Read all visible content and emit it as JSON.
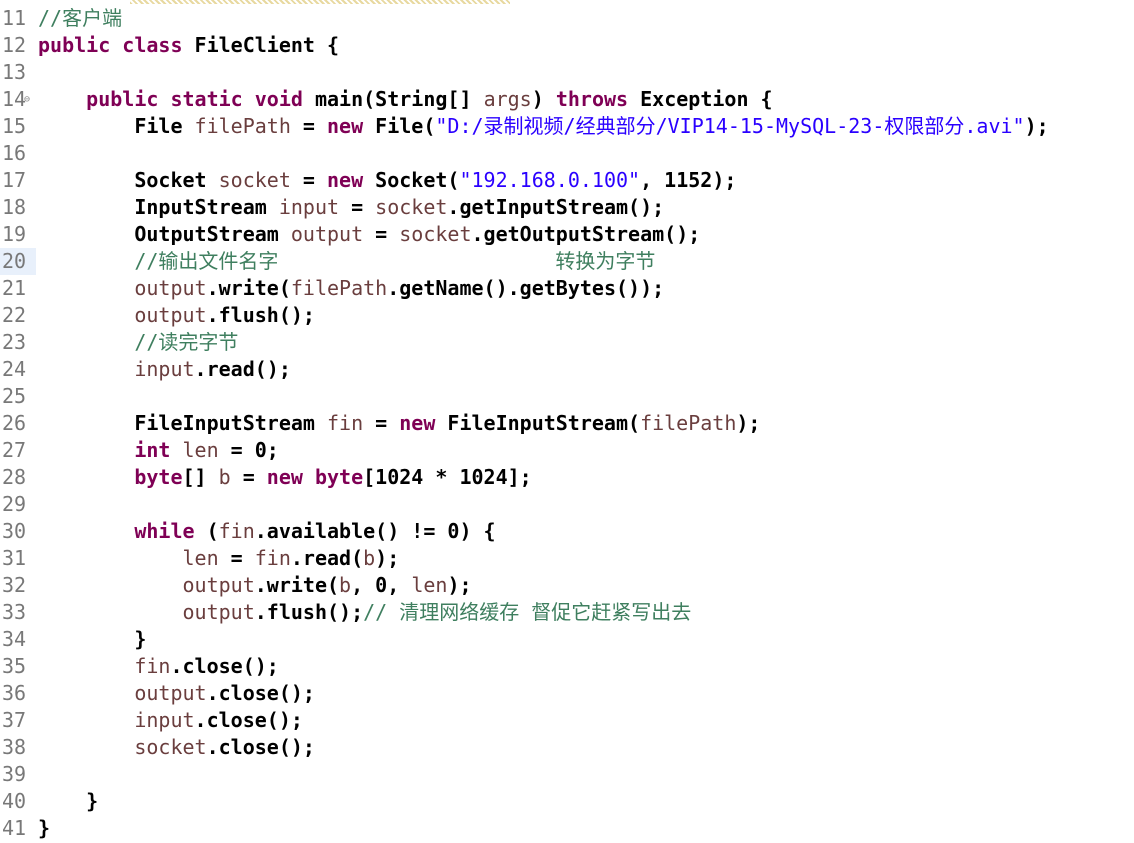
{
  "editor": {
    "lines": [
      {
        "num": "11",
        "tokens": [
          {
            "t": "//客户端",
            "c": "cm"
          }
        ]
      },
      {
        "num": "12",
        "tokens": [
          {
            "t": "public",
            "c": "kw"
          },
          {
            "t": " "
          },
          {
            "t": "class",
            "c": "kw"
          },
          {
            "t": " FileClient {"
          }
        ]
      },
      {
        "num": "13",
        "tokens": []
      },
      {
        "num": "14",
        "fold": true,
        "tokens": [
          {
            "t": "    "
          },
          {
            "t": "public",
            "c": "kw"
          },
          {
            "t": " "
          },
          {
            "t": "static",
            "c": "kw"
          },
          {
            "t": " "
          },
          {
            "t": "void",
            "c": "kw"
          },
          {
            "t": " main(String[] "
          },
          {
            "t": "args",
            "c": "fld"
          },
          {
            "t": ") "
          },
          {
            "t": "throws",
            "c": "kw"
          },
          {
            "t": " Exception {"
          }
        ]
      },
      {
        "num": "15",
        "tokens": [
          {
            "t": "        File "
          },
          {
            "t": "filePath",
            "c": "fld"
          },
          {
            "t": " = "
          },
          {
            "t": "new",
            "c": "kw"
          },
          {
            "t": " File("
          },
          {
            "t": "\"D:/录制视频/经典部分/VIP14-15-MySQL-23-权限部分.avi\"",
            "c": "str"
          },
          {
            "t": ");"
          }
        ]
      },
      {
        "num": "16",
        "tokens": []
      },
      {
        "num": "17",
        "tokens": [
          {
            "t": "        Socket "
          },
          {
            "t": "socket",
            "c": "fld"
          },
          {
            "t": " = "
          },
          {
            "t": "new",
            "c": "kw"
          },
          {
            "t": " Socket("
          },
          {
            "t": "\"192.168.0.100\"",
            "c": "str"
          },
          {
            "t": ", 1152);"
          }
        ]
      },
      {
        "num": "18",
        "tokens": [
          {
            "t": "        InputStream "
          },
          {
            "t": "input",
            "c": "fld"
          },
          {
            "t": " = "
          },
          {
            "t": "socket",
            "c": "fld"
          },
          {
            "t": ".getInputStream();"
          }
        ]
      },
      {
        "num": "19",
        "tokens": [
          {
            "t": "        OutputStream "
          },
          {
            "t": "output",
            "c": "fld"
          },
          {
            "t": " = "
          },
          {
            "t": "socket",
            "c": "fld"
          },
          {
            "t": ".getOutputStream();"
          }
        ]
      },
      {
        "num": "20",
        "current": true,
        "tokens": [
          {
            "t": "        "
          },
          {
            "t": "//输出文件名字                       转换为字节",
            "c": "cm"
          }
        ]
      },
      {
        "num": "21",
        "tokens": [
          {
            "t": "        "
          },
          {
            "t": "output",
            "c": "fld"
          },
          {
            "t": ".write("
          },
          {
            "t": "filePath",
            "c": "fld"
          },
          {
            "t": ".getName().getBytes());"
          }
        ]
      },
      {
        "num": "22",
        "tokens": [
          {
            "t": "        "
          },
          {
            "t": "output",
            "c": "fld"
          },
          {
            "t": ".flush();"
          }
        ]
      },
      {
        "num": "23",
        "tokens": [
          {
            "t": "        "
          },
          {
            "t": "//读完字节",
            "c": "cm"
          }
        ]
      },
      {
        "num": "24",
        "tokens": [
          {
            "t": "        "
          },
          {
            "t": "input",
            "c": "fld"
          },
          {
            "t": ".read();"
          }
        ]
      },
      {
        "num": "25",
        "tokens": []
      },
      {
        "num": "26",
        "tokens": [
          {
            "t": "        FileInputStream "
          },
          {
            "t": "fin",
            "c": "fld"
          },
          {
            "t": " = "
          },
          {
            "t": "new",
            "c": "kw"
          },
          {
            "t": " FileInputStream("
          },
          {
            "t": "filePath",
            "c": "fld"
          },
          {
            "t": ");"
          }
        ]
      },
      {
        "num": "27",
        "tokens": [
          {
            "t": "        "
          },
          {
            "t": "int",
            "c": "kw"
          },
          {
            "t": " "
          },
          {
            "t": "len",
            "c": "fld"
          },
          {
            "t": " = 0;"
          }
        ]
      },
      {
        "num": "28",
        "tokens": [
          {
            "t": "        "
          },
          {
            "t": "byte",
            "c": "kw"
          },
          {
            "t": "[] "
          },
          {
            "t": "b",
            "c": "fld"
          },
          {
            "t": " = "
          },
          {
            "t": "new",
            "c": "kw"
          },
          {
            "t": " "
          },
          {
            "t": "byte",
            "c": "kw"
          },
          {
            "t": "[1024 * 1024];"
          }
        ]
      },
      {
        "num": "29",
        "tokens": []
      },
      {
        "num": "30",
        "tokens": [
          {
            "t": "        "
          },
          {
            "t": "while",
            "c": "kw"
          },
          {
            "t": " ("
          },
          {
            "t": "fin",
            "c": "fld"
          },
          {
            "t": ".available() != 0) {"
          }
        ]
      },
      {
        "num": "31",
        "tokens": [
          {
            "t": "            "
          },
          {
            "t": "len",
            "c": "fld"
          },
          {
            "t": " = "
          },
          {
            "t": "fin",
            "c": "fld"
          },
          {
            "t": ".read("
          },
          {
            "t": "b",
            "c": "fld"
          },
          {
            "t": ");"
          }
        ]
      },
      {
        "num": "32",
        "tokens": [
          {
            "t": "            "
          },
          {
            "t": "output",
            "c": "fld"
          },
          {
            "t": ".write("
          },
          {
            "t": "b",
            "c": "fld"
          },
          {
            "t": ", 0, "
          },
          {
            "t": "len",
            "c": "fld"
          },
          {
            "t": ");"
          }
        ]
      },
      {
        "num": "33",
        "tokens": [
          {
            "t": "            "
          },
          {
            "t": "output",
            "c": "fld"
          },
          {
            "t": ".flush();"
          },
          {
            "t": "// 清理网络缓存 督促它赶紧写出去",
            "c": "cm"
          }
        ]
      },
      {
        "num": "34",
        "tokens": [
          {
            "t": "        }"
          }
        ]
      },
      {
        "num": "35",
        "tokens": [
          {
            "t": "        "
          },
          {
            "t": "fin",
            "c": "fld"
          },
          {
            "t": ".close();"
          }
        ]
      },
      {
        "num": "36",
        "tokens": [
          {
            "t": "        "
          },
          {
            "t": "output",
            "c": "fld"
          },
          {
            "t": ".close();"
          }
        ]
      },
      {
        "num": "37",
        "tokens": [
          {
            "t": "        "
          },
          {
            "t": "input",
            "c": "fld"
          },
          {
            "t": ".close();"
          }
        ]
      },
      {
        "num": "38",
        "tokens": [
          {
            "t": "        "
          },
          {
            "t": "socket",
            "c": "fld"
          },
          {
            "t": ".close();"
          }
        ]
      },
      {
        "num": "39",
        "tokens": []
      },
      {
        "num": "40",
        "tokens": [
          {
            "t": "    }"
          }
        ]
      },
      {
        "num": "41",
        "tokens": [
          {
            "t": "}"
          }
        ]
      }
    ]
  },
  "colors": {
    "keyword": "#7f0055",
    "field": "#6a3e3e",
    "string": "#2a00ff",
    "comment": "#3f7f5f",
    "line_number": "#787878"
  }
}
